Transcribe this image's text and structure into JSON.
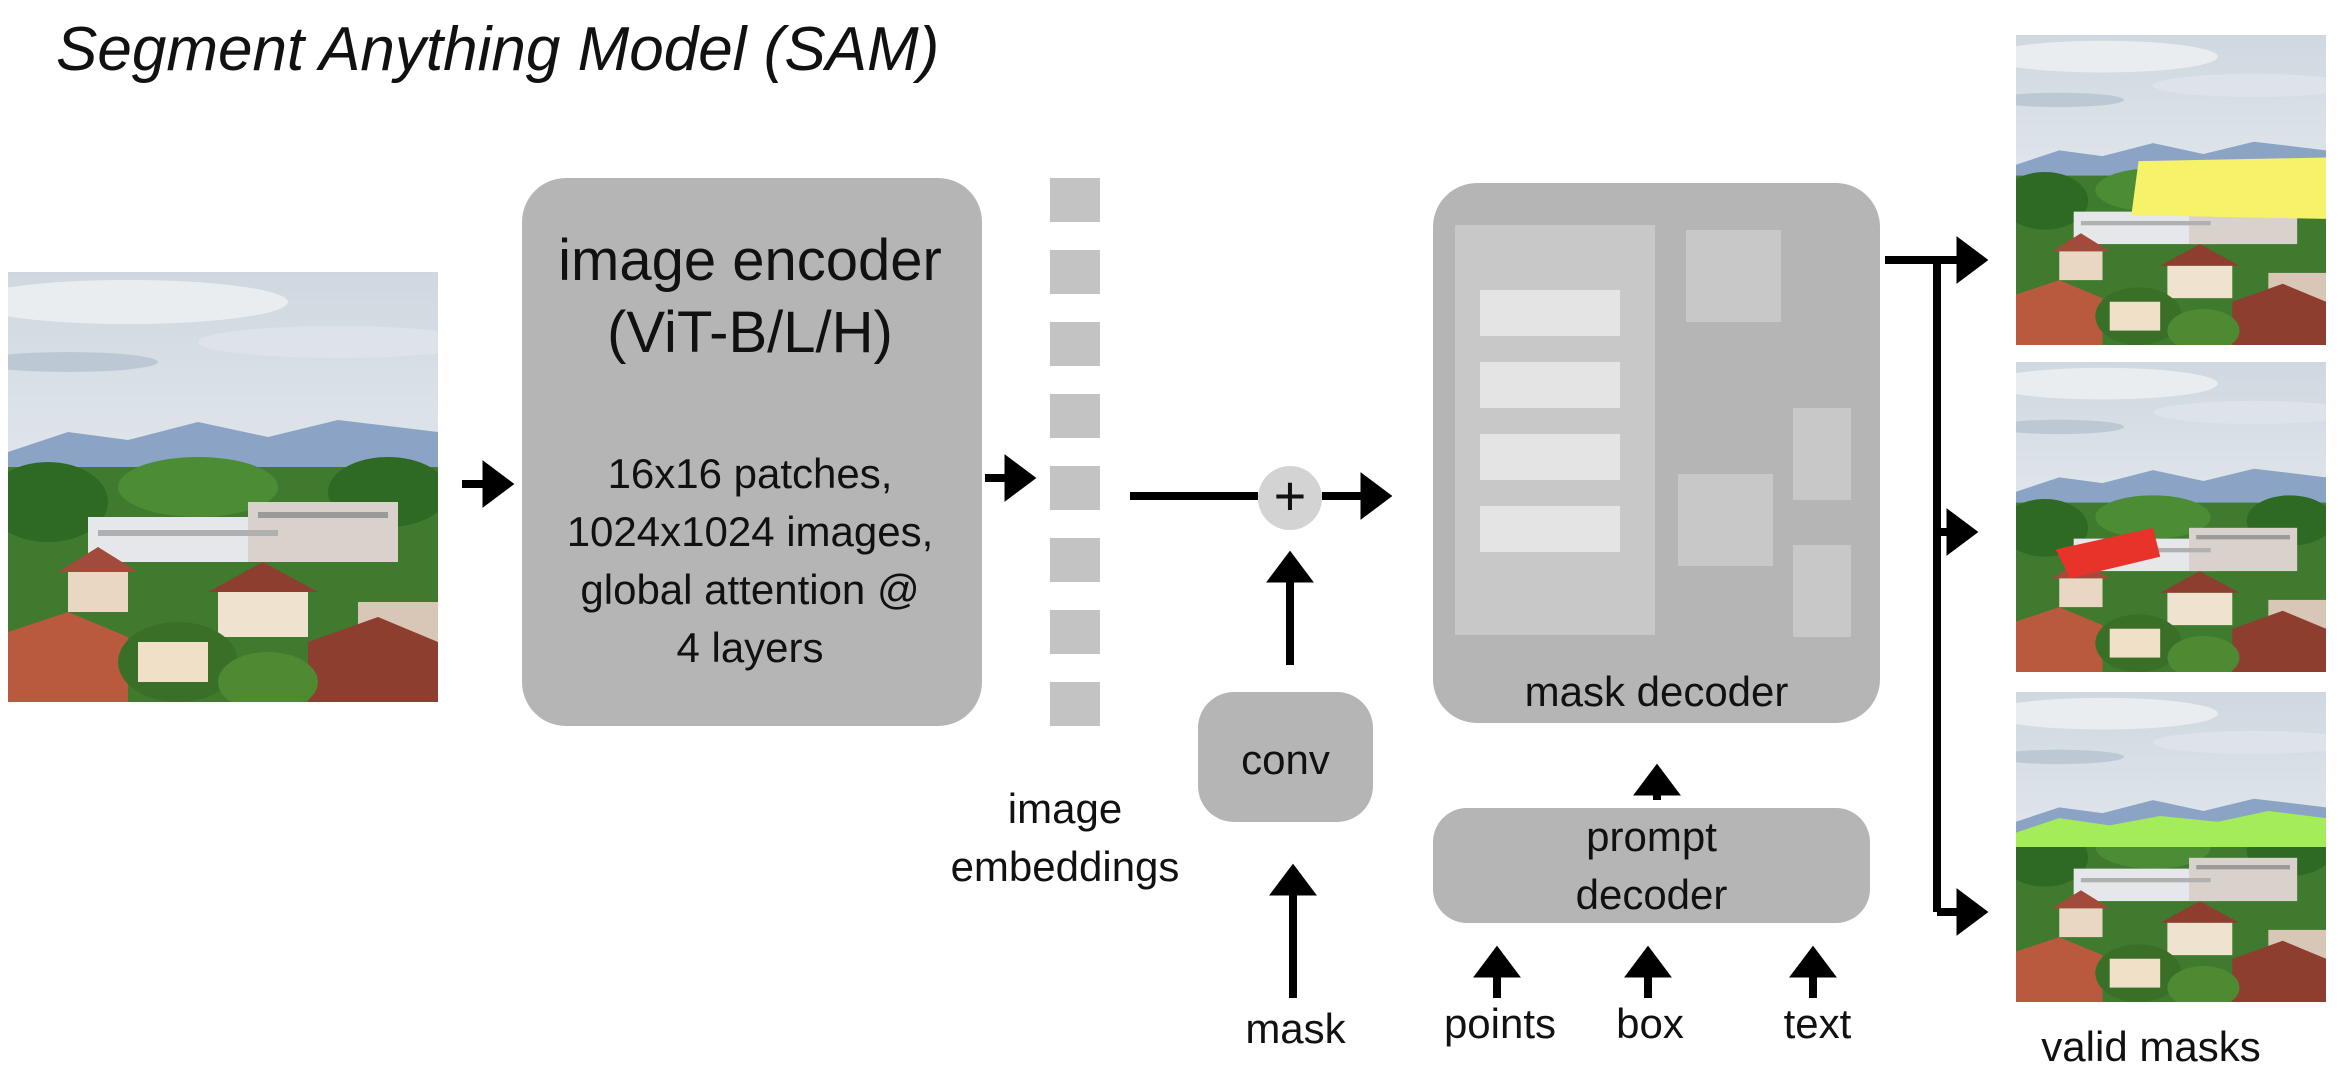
{
  "title": "Segment Anything Model (SAM)",
  "encoder": {
    "title_line1": "image encoder",
    "title_line2": "(ViT-B/L/H)",
    "detail_line1": "16x16 patches,",
    "detail_line2": "1024x1024 images,",
    "detail_line3": "global attention @",
    "detail_line4": "4 layers"
  },
  "embeddings": {
    "label_line1": "image",
    "label_line2": "embeddings"
  },
  "plus_symbol": "+",
  "conv": {
    "label": "conv"
  },
  "mask_input": {
    "label": "mask"
  },
  "mask_decoder": {
    "label": "mask decoder"
  },
  "prompt_decoder": {
    "label_line1": "prompt",
    "label_line2": "decoder"
  },
  "prompts": {
    "points": "points",
    "box": "box",
    "text": "text"
  },
  "outputs": {
    "label": "valid masks"
  },
  "colors": {
    "box_gray": "#b5b5b5",
    "mask_yellow": "#f6f36a",
    "mask_red": "#e8332a",
    "mask_green": "#a4ec5a"
  }
}
